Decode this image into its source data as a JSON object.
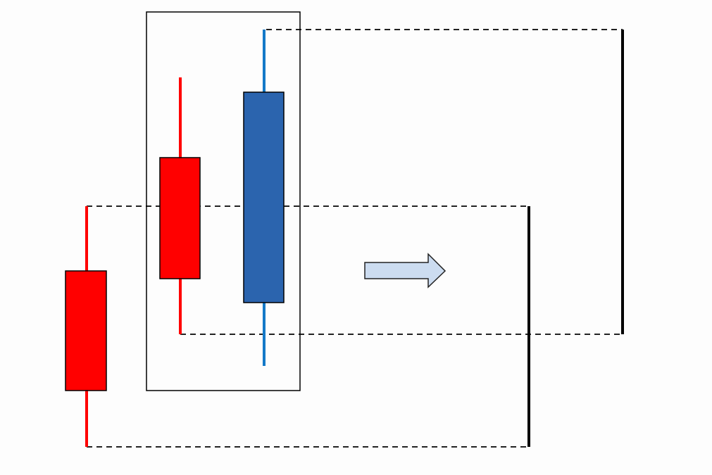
{
  "colors": {
    "background": "#fdfdfd",
    "bearish": "#ff0000",
    "bullish_body": "#2b64ae",
    "bullish_wick": "#1479c8",
    "outline": "#000000",
    "dashed": "#222222",
    "range_bar": "#000000",
    "arrow_fill": "#ccdcf0",
    "arrow_stroke": "#222222",
    "frame": "#000000"
  },
  "icons": {
    "arrow": "right-arrow-icon"
  },
  "candles": [
    {
      "id": "left-candle",
      "direction": "bearish"
    },
    {
      "id": "inner-red-candle",
      "direction": "bearish"
    },
    {
      "id": "inner-blue-candle",
      "direction": "bullish"
    }
  ],
  "combined_bars": [
    {
      "id": "upper-range-bar",
      "source": "framed-candle-pair"
    },
    {
      "id": "lower-range-bar",
      "source": "three-candle-span"
    }
  ]
}
